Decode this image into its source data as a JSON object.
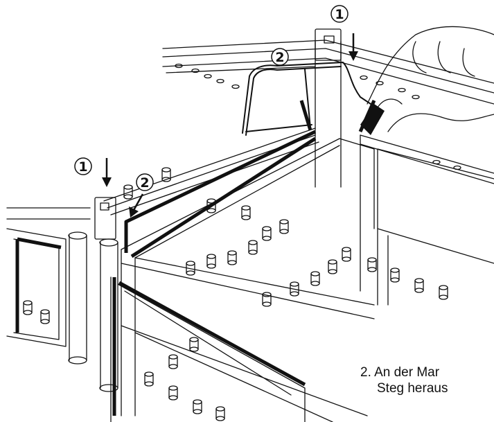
{
  "callouts": [
    {
      "id": "1",
      "target": "clip"
    },
    {
      "id": "2",
      "target": "tool"
    },
    {
      "id": "1",
      "target": "clip"
    },
    {
      "id": "2",
      "target": "tool"
    }
  ],
  "caption": {
    "line1": "2. An der Mar",
    "line2": "Steg heraus"
  },
  "colors": {
    "line": "#111111",
    "seal": "#111111",
    "background": "#ffffff"
  }
}
